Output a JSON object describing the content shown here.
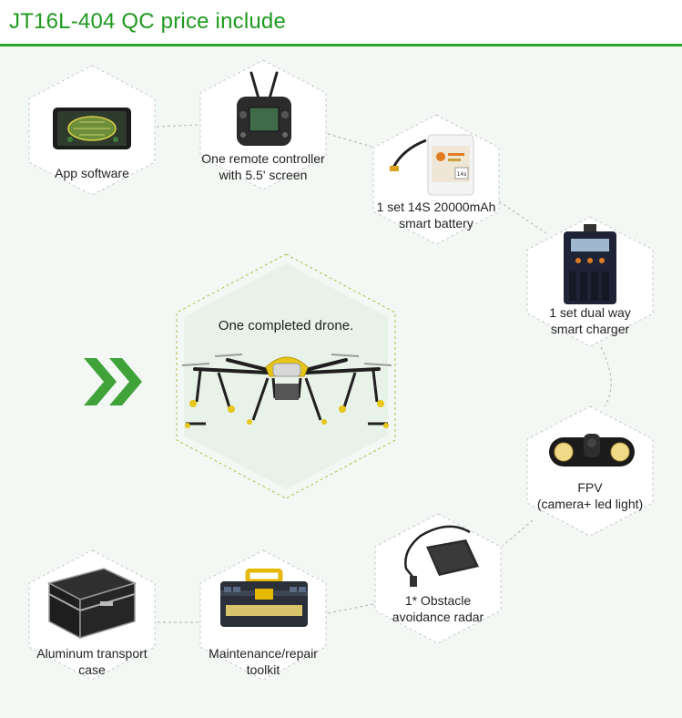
{
  "header": {
    "title": "JT16L-404 QC price include"
  },
  "center": {
    "title": "One completed drone."
  },
  "items": [
    {
      "line1": "App software",
      "line2": ""
    },
    {
      "line1": "One remote controller",
      "line2": "with 5.5' screen"
    },
    {
      "line1": "1 set 14S 20000mAh",
      "line2": "smart battery"
    },
    {
      "line1": "1 set dual way",
      "line2": "smart charger"
    },
    {
      "line1": "FPV",
      "line2": "(camera+ led light)"
    },
    {
      "line1": "1* Obstacle",
      "line2": "avoidance radar"
    },
    {
      "line1": "Maintenance/repair",
      "line2": "toolkit"
    },
    {
      "line1": "Aluminum transport",
      "line2": "case"
    }
  ],
  "battery_badge": "14s",
  "colors": {
    "accent": "#2aa52a",
    "hex_fill": "#ffffff",
    "center_fill": "#e9f2e9",
    "drone_yellow": "#e6c619"
  }
}
